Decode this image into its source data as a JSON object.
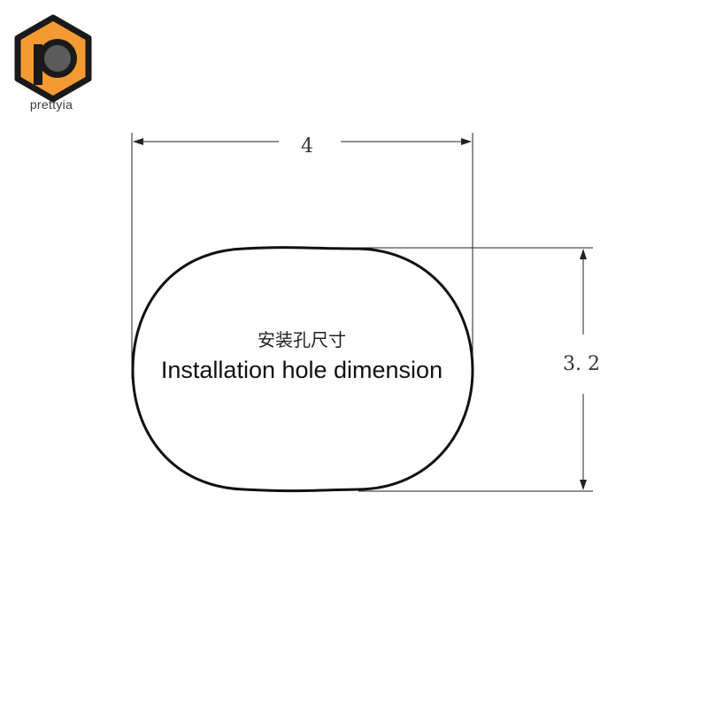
{
  "brand": {
    "name": "prettyia",
    "logo_icon": "hexagon-p-logo-icon",
    "colors": {
      "hexagon": "#f39a33",
      "hexagon_outline": "#1a1a1a",
      "circle": "#5b5b5b"
    }
  },
  "diagram": {
    "width_label": "4",
    "height_label": "3. 2",
    "label_cn": "安装孔尺寸",
    "label_en": "Installation hole dimension",
    "colors": {
      "outline": "#111111",
      "dimension_line": "#222222"
    }
  }
}
